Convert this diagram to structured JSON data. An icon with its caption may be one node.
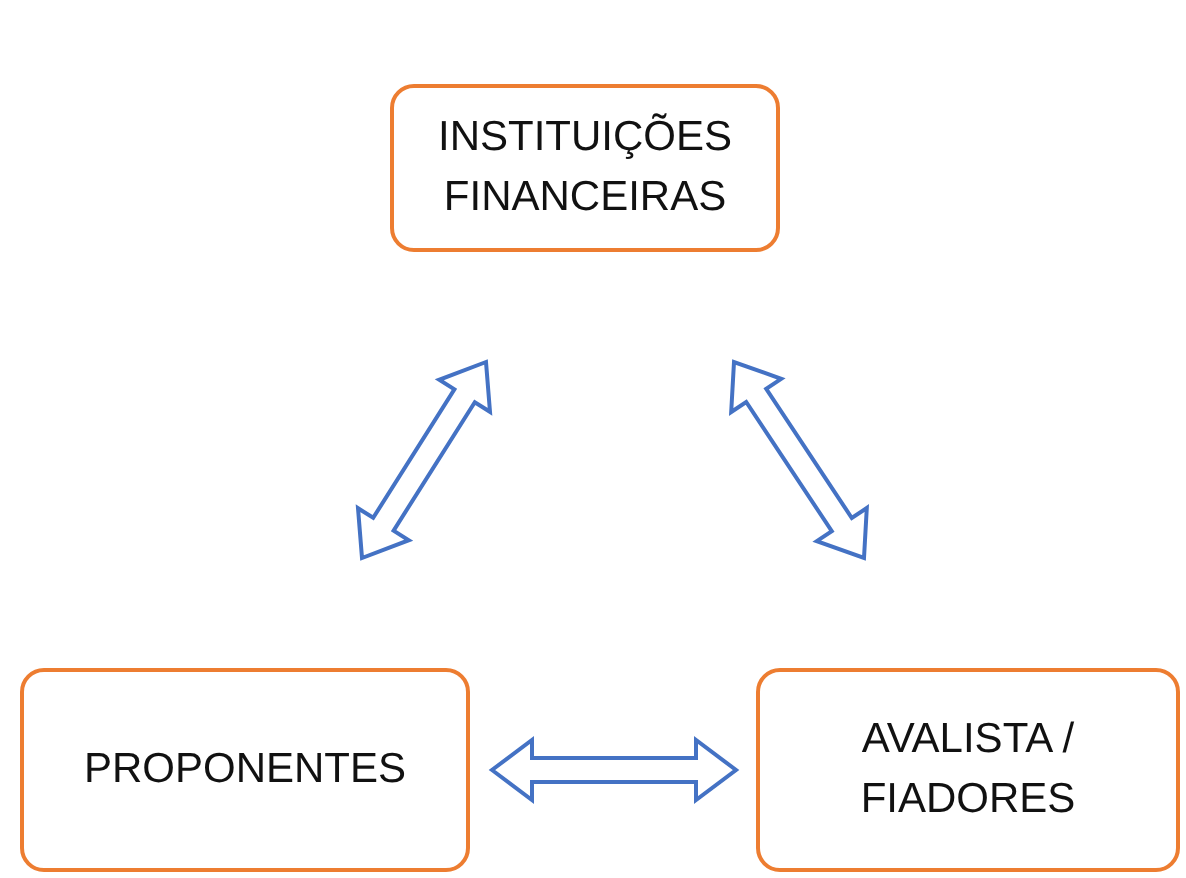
{
  "diagram": {
    "nodes": [
      {
        "text": [
          "INSTITUIÇÕES FINANCEIRAS"
        ]
      },
      {
        "text": [
          "PROPONENTES"
        ]
      },
      {
        "text": [
          "AVALISTA / FIADORES"
        ]
      }
    ],
    "edges": [
      {
        "from": 0,
        "to": 1,
        "arrow": "both"
      },
      {
        "from": 0,
        "to": 2,
        "arrow": "both"
      },
      {
        "from": 1,
        "to": 2,
        "arrow": "both"
      }
    ]
  }
}
